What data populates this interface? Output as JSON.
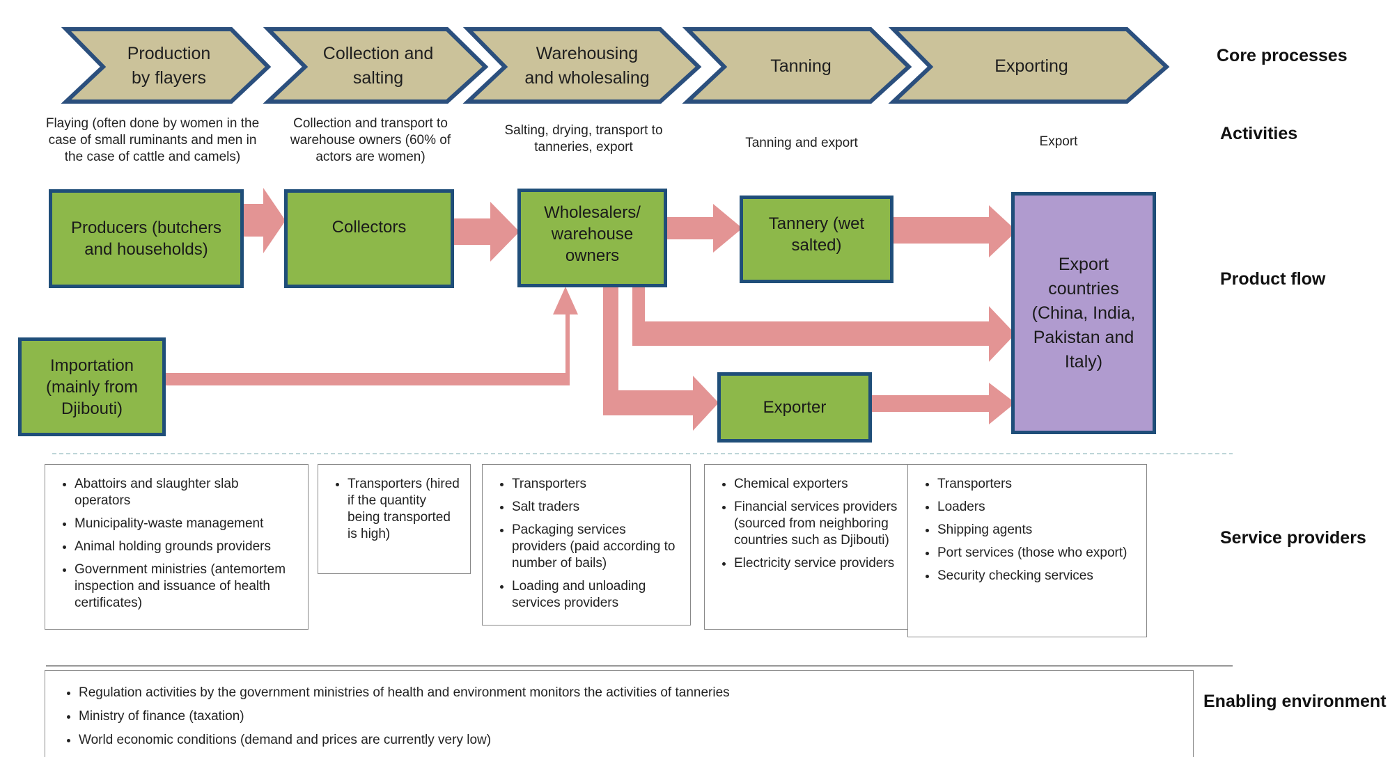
{
  "core_processes": {
    "row_label": "Core processes",
    "items": [
      {
        "label": "Production\nby flayers"
      },
      {
        "label": "Collection and\nsalting"
      },
      {
        "label": "Warehousing\nand wholesaling"
      },
      {
        "label": "Tanning"
      },
      {
        "label": "Exporting"
      }
    ]
  },
  "activities": {
    "row_label": "Activities",
    "items": [
      "Flaying (often done by women in the case of small ruminants and men in the case of cattle and camels)",
      "Collection and transport to warehouse owners (60% of actors are women)",
      "Salting, drying, transport to tanneries, export",
      "Tanning and export",
      "Export"
    ]
  },
  "product_flow": {
    "row_label": "Product flow",
    "nodes": {
      "producers": "Producers (butchers and households)",
      "collectors": "Collectors",
      "wholesalers": "Wholesalers/ warehouse owners",
      "tannery": "Tannery (wet salted)",
      "export_countries": "Export countries (China, India, Pakistan and Italy)",
      "importation": "Importation (mainly from Djibouti)",
      "exporter": "Exporter"
    }
  },
  "service_providers": {
    "row_label": "Service providers",
    "groups": [
      {
        "items": [
          "Abattoirs and slaughter slab operators",
          "Municipality-waste management",
          "Animal holding grounds providers",
          "Government ministries (antemortem inspection and issuance of health certificates)"
        ]
      },
      {
        "items": [
          "Transporters (hired if the quantity being transported is high)"
        ]
      },
      {
        "items": [
          "Transporters",
          "Salt traders",
          "Packaging services providers (paid according to number of bails)",
          "Loading and unloading services providers"
        ]
      },
      {
        "items": [
          "Chemical exporters",
          "Financial services providers (sourced from neighboring countries such as Djibouti)",
          "Electricity service providers"
        ]
      },
      {
        "items": [
          "Transporters",
          "Loaders",
          "Shipping agents",
          "Port services (those who export)",
          "Security checking services"
        ]
      }
    ]
  },
  "enabling_environment": {
    "row_label": "Enabling environment",
    "items": [
      "Regulation activities by the government ministries of health and environment monitors the activities of tanneries",
      "Ministry of finance (taxation)",
      "World economic conditions (demand and prices are currently very low)"
    ]
  },
  "colors": {
    "chevron_fill": "#cbc29a",
    "chevron_stroke": "#2b4f7d",
    "node_fill": "#8db84a",
    "node_border": "#1f4e79",
    "export_fill": "#b09bcf",
    "arrow_fill": "#e39494"
  }
}
